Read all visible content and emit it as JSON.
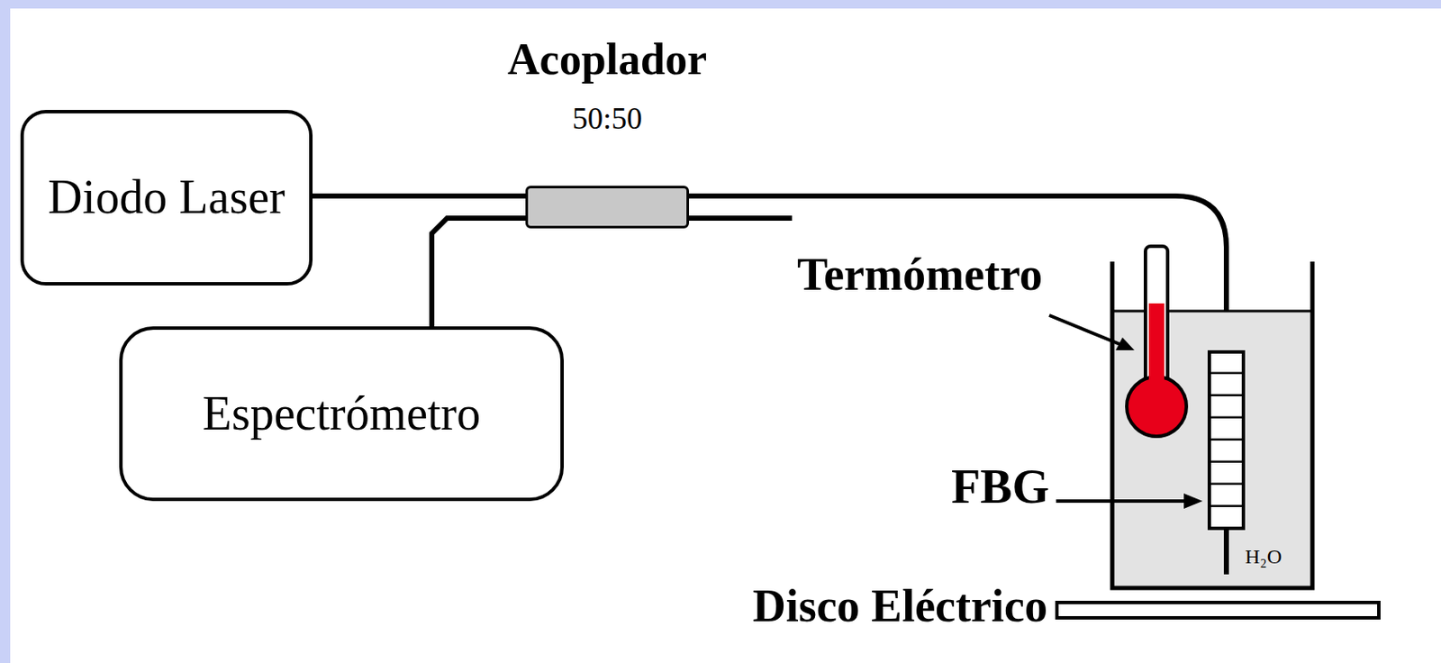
{
  "diagram": {
    "nodes": [
      {
        "text": [
          "Diodo Laser"
        ]
      },
      {
        "text": [
          "Acoplador",
          "50:50"
        ]
      },
      {
        "text": [
          "Espectrómetro"
        ]
      }
    ],
    "edges": [
      {
        "from": 0,
        "to": 1,
        "arrow": "none"
      },
      {
        "from": 1,
        "to": 2,
        "arrow": "none"
      }
    ],
    "labels": [
      "Termómetro",
      "FBG",
      "H₂O",
      "Disco Eléctrico"
    ]
  }
}
